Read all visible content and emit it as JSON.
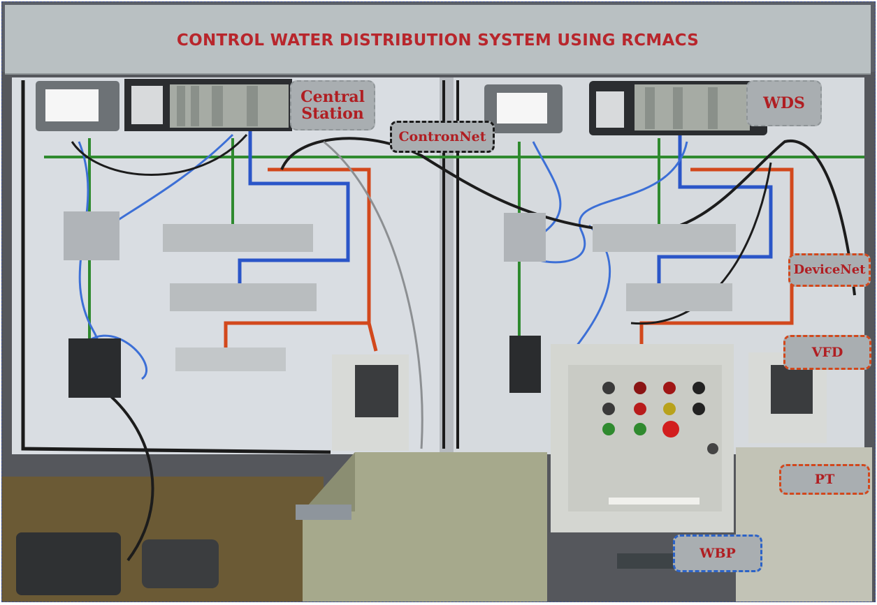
{
  "title": "CONTROL WATER DISTRIBUTION SYSTEM USING RCMACS",
  "labels": {
    "central_station_line1": "Central",
    "central_station_line2": "Station",
    "wds": "WDS",
    "contronnet": "ContronNet",
    "devicenet": "DeviceNet",
    "vfd": "VFD",
    "pt": "PT",
    "wbp": "WBP"
  },
  "colors": {
    "label_text": "#b01e22",
    "title_text": "#b8262c",
    "devicenet_cable": "#d2481c",
    "controlnet_cable": "#2a55c8",
    "ethernet_line": "#2f8a2f",
    "wbp_border": "#2c63c7"
  }
}
